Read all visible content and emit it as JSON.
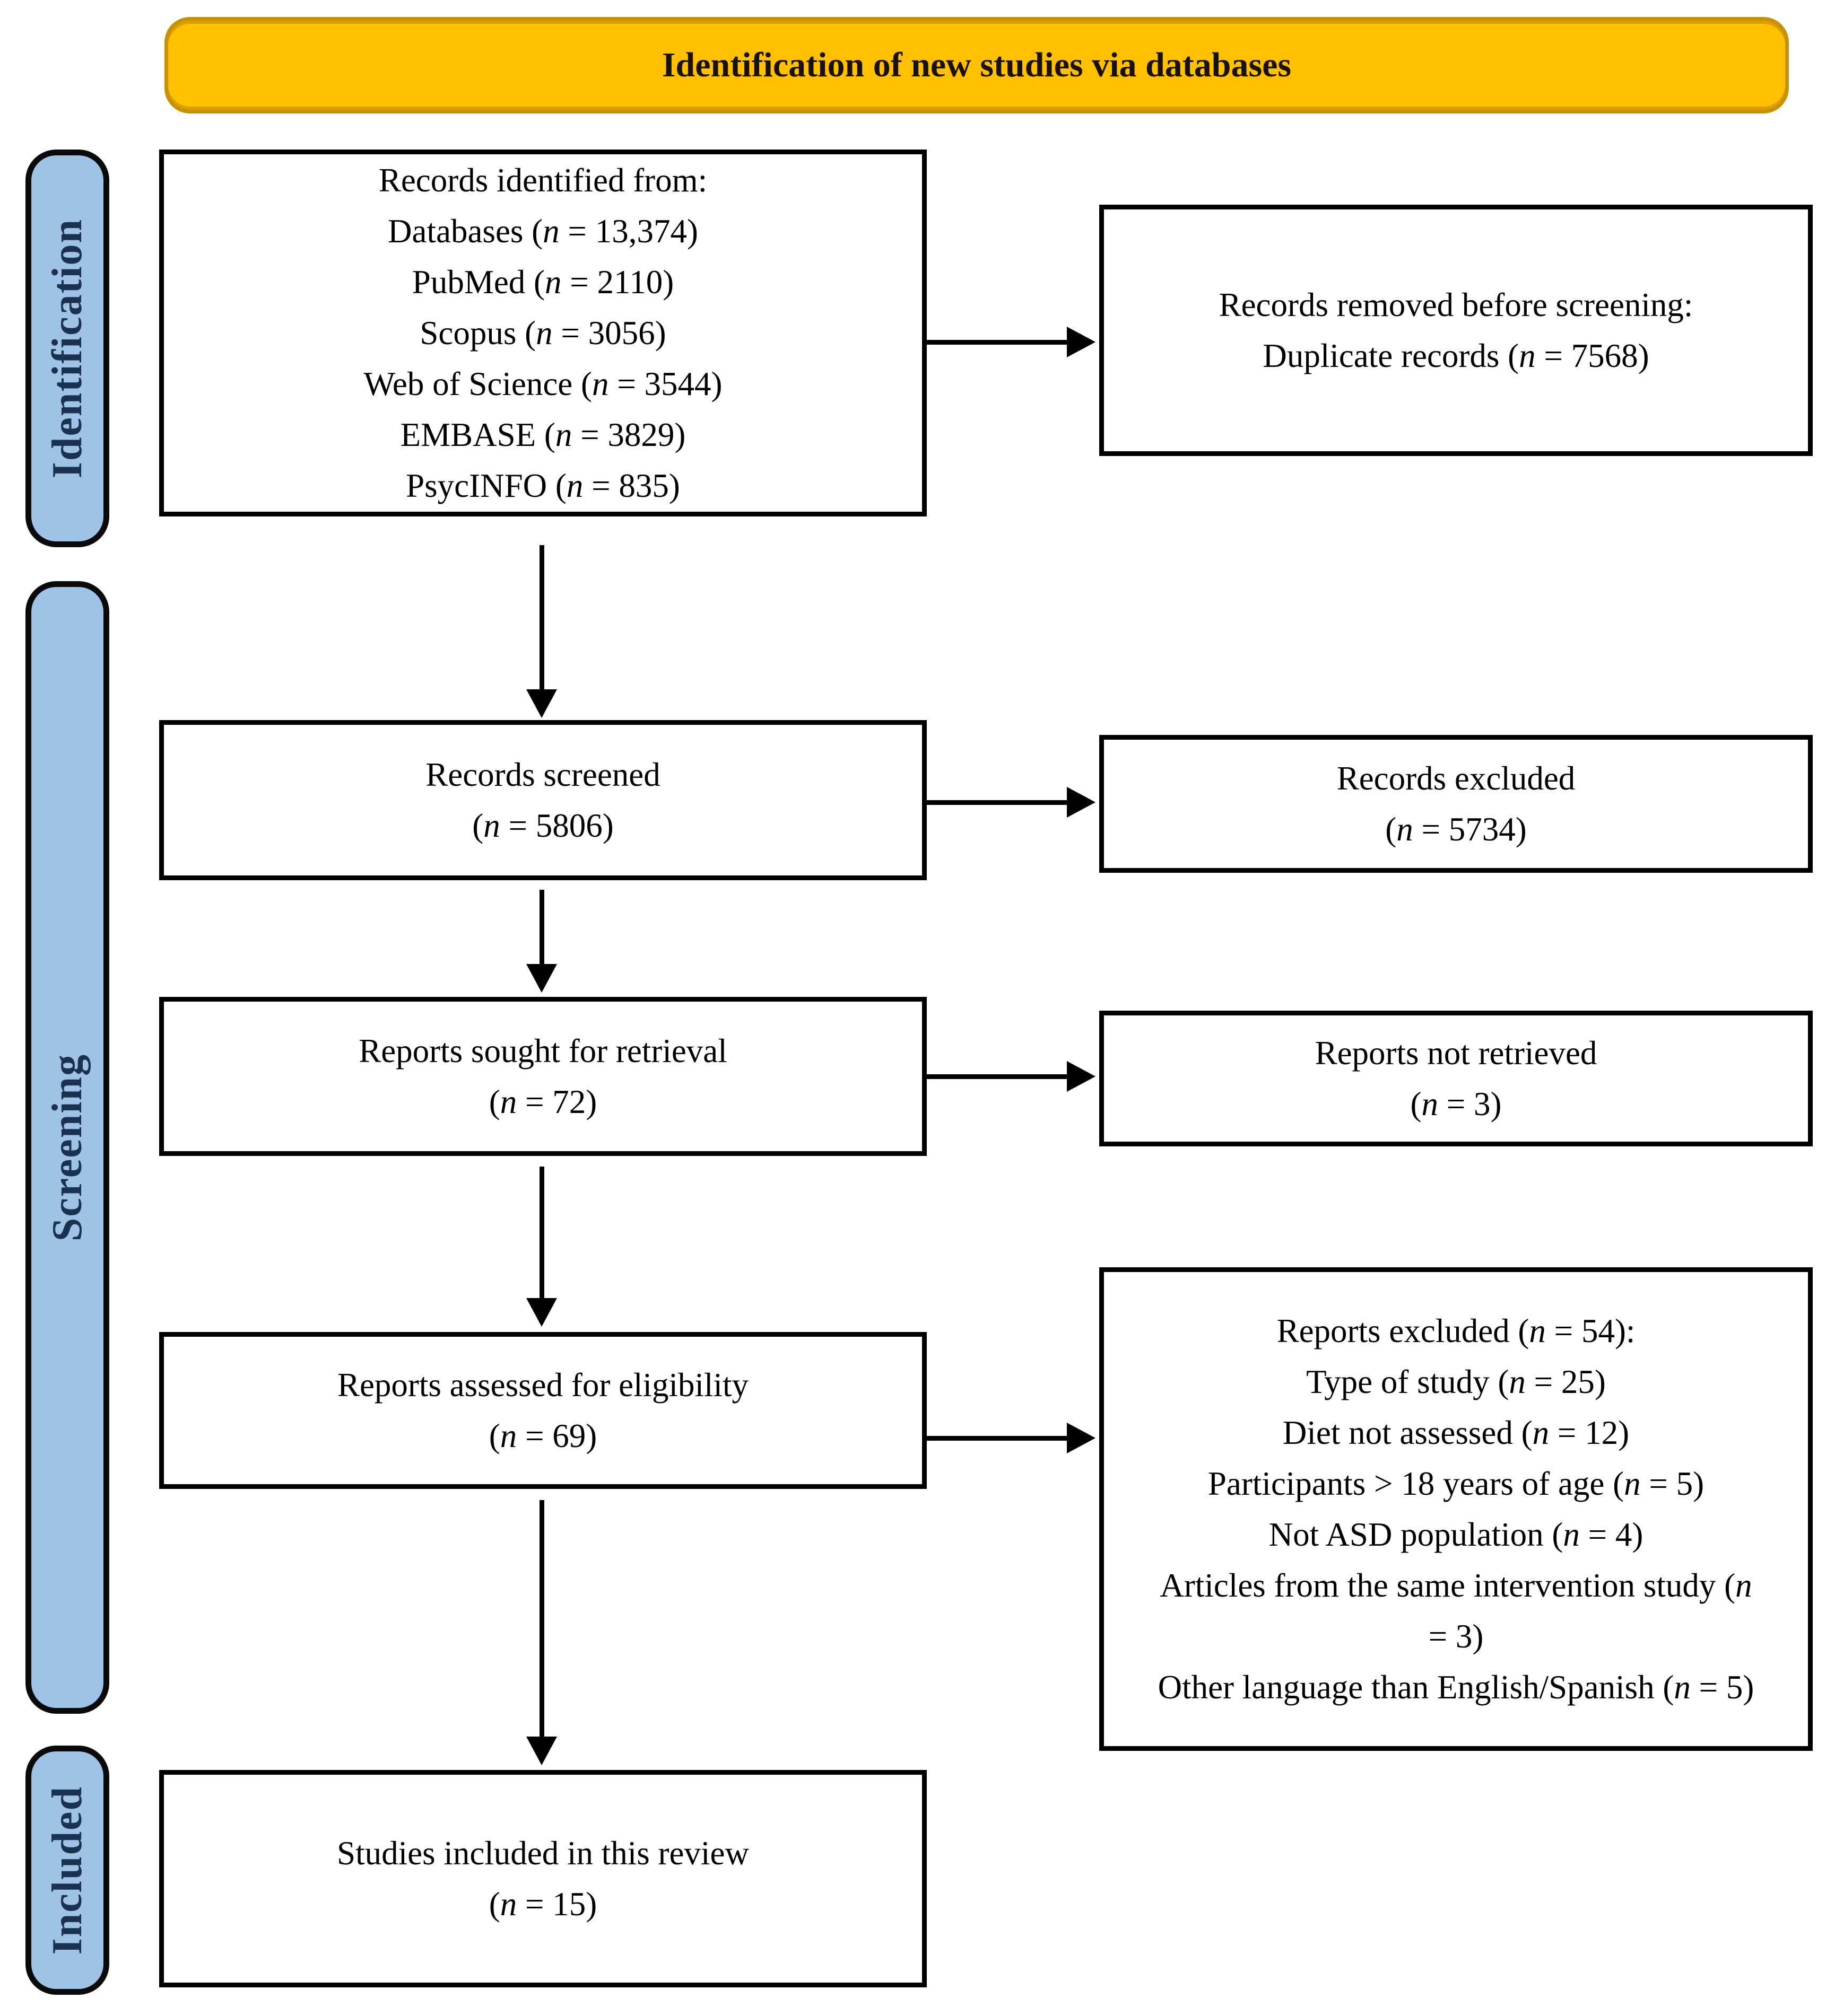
{
  "banner": {
    "title": "Identification of new studies via databases"
  },
  "stages": [
    {
      "label": "Identification"
    },
    {
      "label": "Screening"
    },
    {
      "label": "Included"
    }
  ],
  "boxes": {
    "records_identified": {
      "lines": [
        "Records identified from:",
        "Databases (n = 13,374)",
        "PubMed (n = 2110)",
        "Scopus (n = 3056)",
        "Web of Science (n = 3544)",
        "EMBASE (n = 3829)",
        "PsycINFO (n = 835)"
      ]
    },
    "records_removed": {
      "lines": [
        "Records removed before screening:",
        "Duplicate records (n = 7568)"
      ]
    },
    "records_screened": {
      "lines": [
        "Records screened",
        "(n = 5806)"
      ]
    },
    "records_excluded": {
      "lines": [
        "Records excluded",
        "(n = 5734)"
      ]
    },
    "reports_sought": {
      "lines": [
        "Reports sought for retrieval",
        "(n = 72)"
      ]
    },
    "reports_not_retrieved": {
      "lines": [
        "Reports not retrieved",
        "(n = 3)"
      ]
    },
    "reports_assessed": {
      "lines": [
        "Reports assessed for eligibility",
        "(n = 69)"
      ]
    },
    "reports_excluded": {
      "lines": [
        "Reports excluded (n = 54):",
        "Type of study (n = 25)",
        "Diet not assessed (n = 12)",
        "Participants > 18 years of age (n = 5)",
        "Not ASD population (n = 4)",
        "Articles from the same intervention study (n = 3)",
        "Other language than English/Spanish (n = 5)"
      ]
    },
    "studies_included": {
      "lines": [
        "Studies included in this review",
        "(n = 15)"
      ]
    }
  },
  "colors": {
    "banner_fill": "#FFC000",
    "banner_border": "#C99000",
    "stage_fill": "#9EC3E6",
    "stage_text": "#1B3150",
    "box_border": "#000000",
    "arrow": "#000000"
  }
}
